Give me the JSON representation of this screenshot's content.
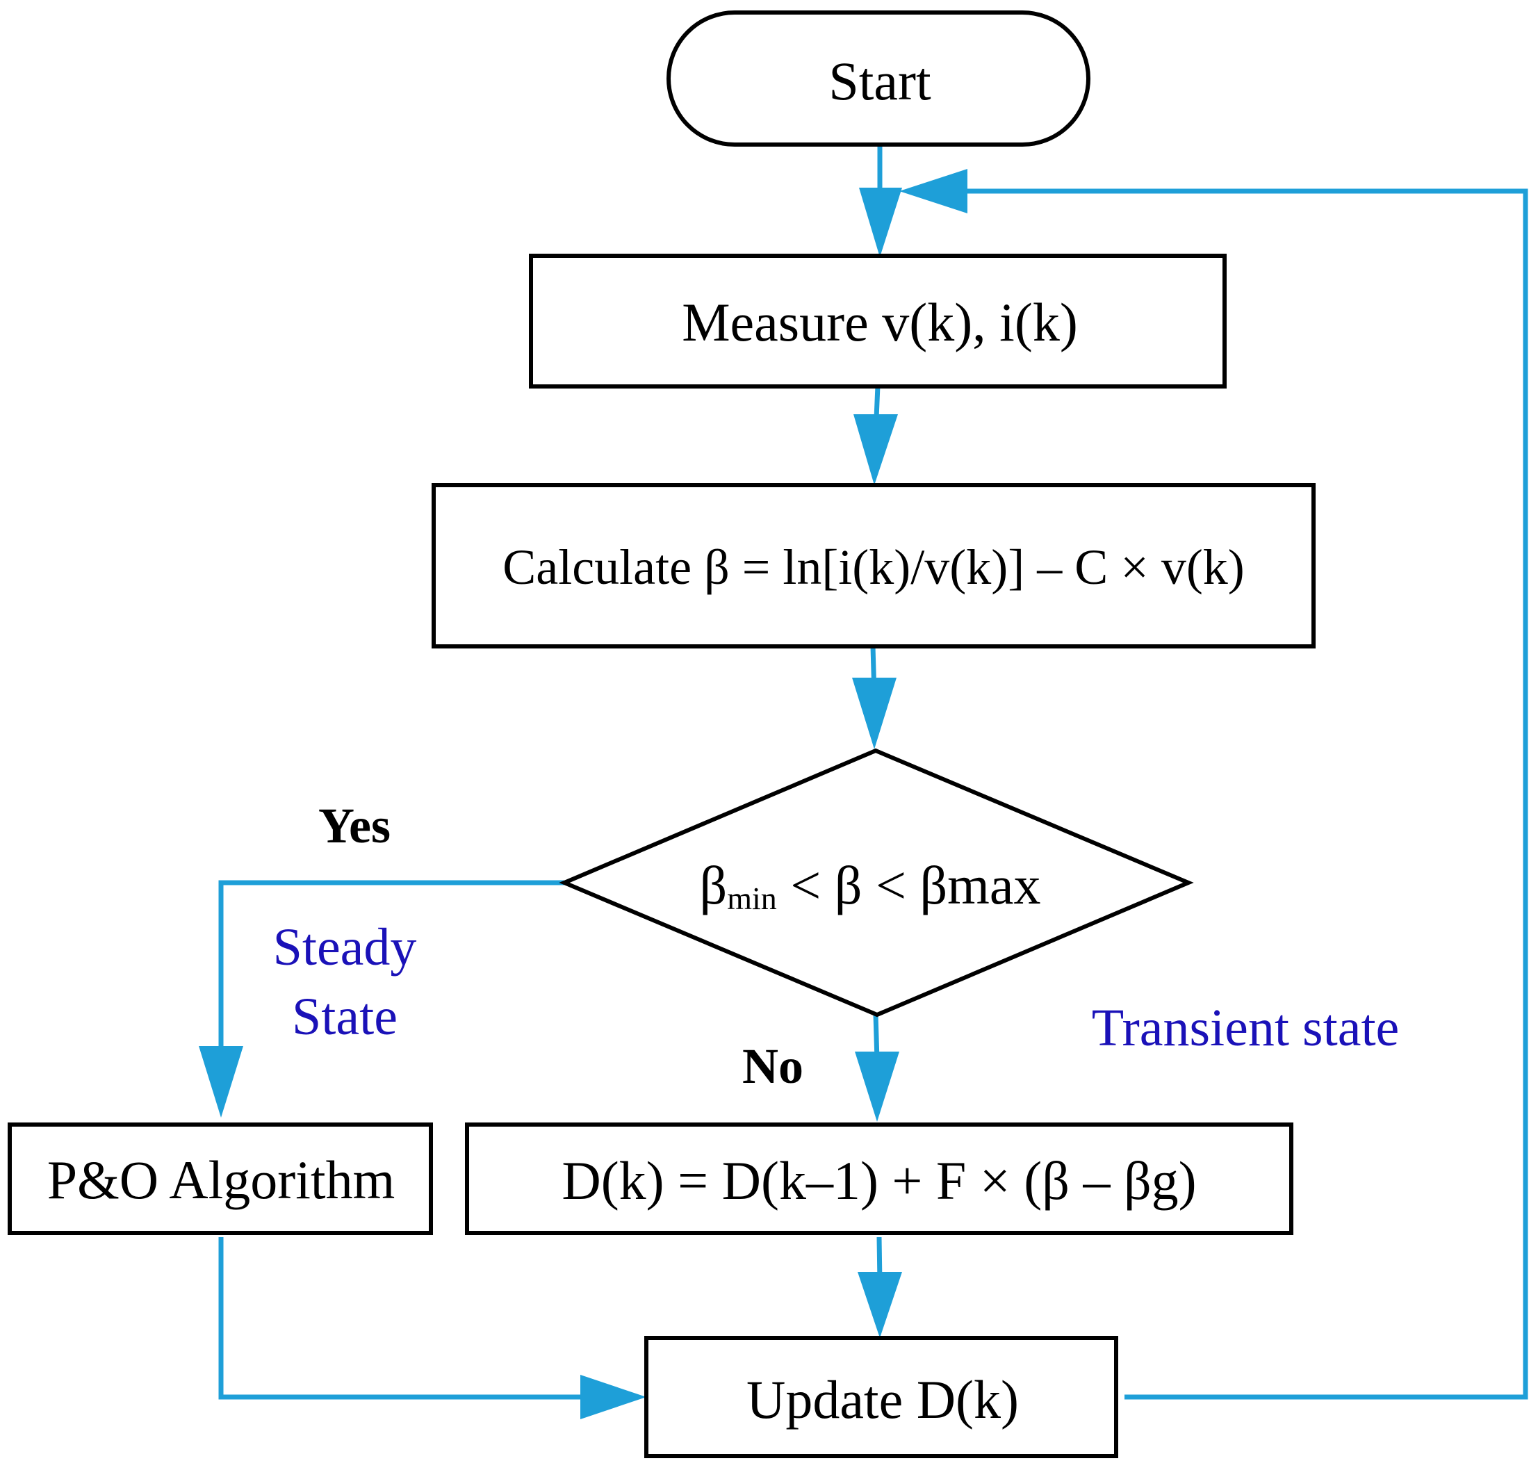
{
  "nodes": {
    "start": "Start",
    "measure": "Measure v(k), i(k)",
    "calculate": "Calculate β = ln[i(k)/v(k)] – C × v(k)",
    "decision": {
      "beta1": "β",
      "min_sub": "min",
      "rest": " < β < βmax"
    },
    "po": "P&O Algorithm",
    "duty": "D(k) = D(k–1) + F × (β – βg)",
    "update": "Update D(k)"
  },
  "labels": {
    "yes": "Yes",
    "no": "No",
    "steady_line1": "Steady",
    "steady_line2": "State",
    "transient": "Transient state"
  },
  "colors": {
    "arrow": "#1e9fd8",
    "box_stroke": "#000000",
    "state_text": "#1a11b8"
  }
}
